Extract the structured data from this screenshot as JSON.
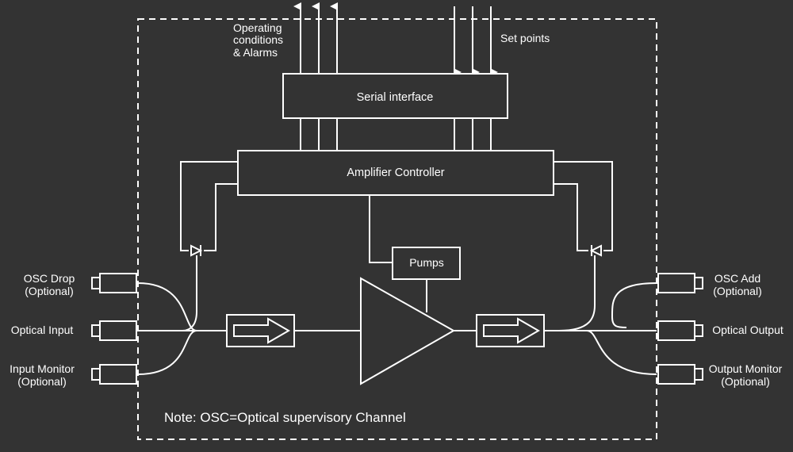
{
  "labels": {
    "operating_line1": "Operating",
    "operating_line2": "conditions",
    "operating_line3": "& Alarms",
    "set_points": "Set points",
    "serial_interface": "Serial interface",
    "amplifier_controller": "Amplifier Controller",
    "pumps": "Pumps",
    "osc_drop_line1": "OSC Drop",
    "osc_drop_line2": "(Optional)",
    "optical_input": "Optical Input",
    "input_monitor_line1": "Input Monitor",
    "input_monitor_line2": "(Optional)",
    "osc_add_line1": "OSC Add",
    "osc_add_line2": "(Optional)",
    "optical_output": "Optical Output",
    "output_monitor_line1": "Output Monitor",
    "output_monitor_line2": "(Optional)",
    "note": "Note: OSC=Optical supervisory Channel"
  },
  "colors": {
    "background": "#333333",
    "foreground": "#ffffff"
  }
}
